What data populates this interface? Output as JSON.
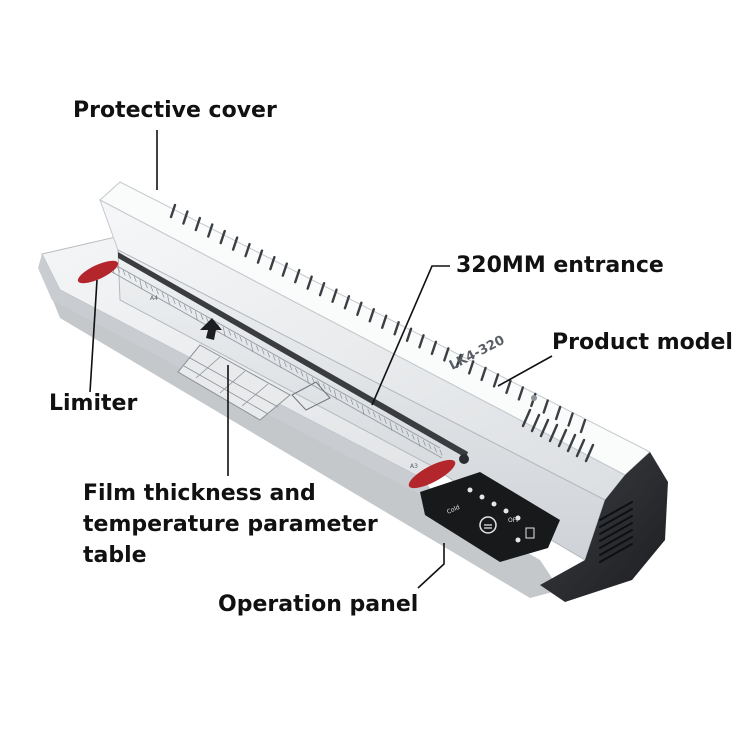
{
  "labels": {
    "protective_cover": "Protective cover",
    "entrance": "320MM entrance",
    "product_model": "Product model",
    "limiter": "Limiter",
    "film_table_line1": "Film thickness and",
    "film_table_line2": "temperature parameter",
    "film_table_line3": "table",
    "operation_panel": "Operation panel"
  },
  "device": {
    "model_text": "LK4-320",
    "tray_mark_left": "A4",
    "tray_mark_right": "A3",
    "panel_left_button": "Cold",
    "panel_right_button": "OFF"
  },
  "colors": {
    "body_silver": "#e4e7ea",
    "end_cap": "#2a2c30",
    "limiter_red": "#b3262b",
    "callout_line": "#111111"
  }
}
